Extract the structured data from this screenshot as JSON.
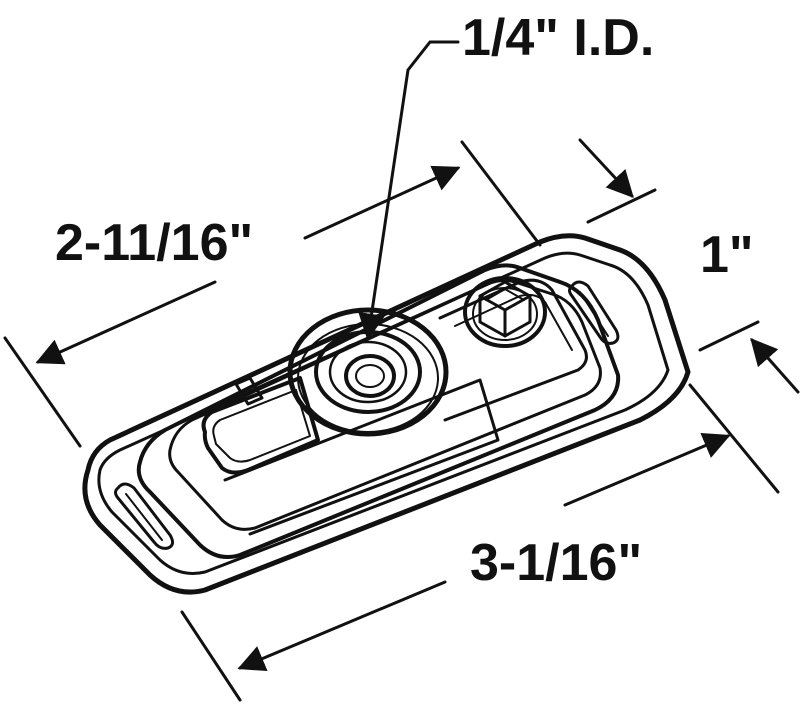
{
  "dimensions": {
    "hole_id": "1/4\" I.D.",
    "inner_length": "2-11/16\"",
    "width": "1\"",
    "overall_length": "3-1/16\""
  },
  "colors": {
    "ink": "#111111",
    "background": "#ffffff"
  }
}
